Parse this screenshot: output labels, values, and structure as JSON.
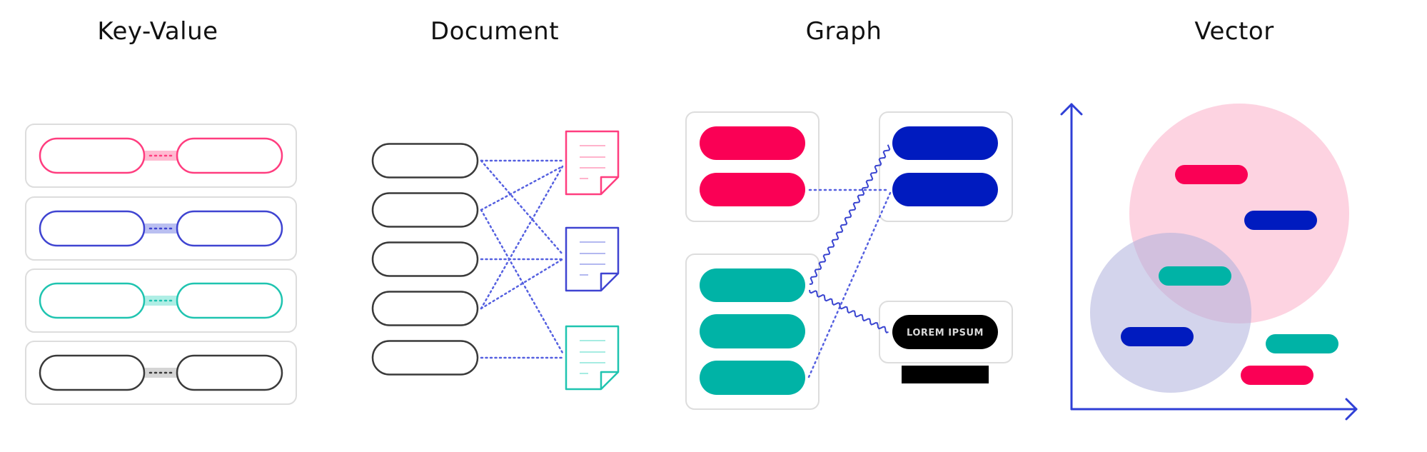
{
  "colors": {
    "pink": "#ff3d7f",
    "pink_fill": "#fa0055",
    "blue": "#3f44d1",
    "blue_fill": "#001bbf",
    "teal": "#1fc4b0",
    "teal_fill": "#00b3a6",
    "dark": "#3a3a3a",
    "black": "#000000",
    "box_border": "#dddddd",
    "dotted_line": "#5560e0",
    "axis": "#2f3fd6",
    "pink_cluster": "#fdd3e1",
    "blue_cluster": "#aeb0dd"
  },
  "sections": [
    {
      "id": "key-value",
      "title": "Key-Value"
    },
    {
      "id": "document",
      "title": "Document"
    },
    {
      "id": "graph",
      "title": "Graph"
    },
    {
      "id": "vector",
      "title": "Vector"
    }
  ],
  "key_value": {
    "rows": [
      {
        "color": "pink"
      },
      {
        "color": "blue"
      },
      {
        "color": "teal"
      },
      {
        "color": "dark"
      }
    ]
  },
  "document": {
    "record_count": 5,
    "documents": [
      {
        "color": "pink"
      },
      {
        "color": "blue"
      },
      {
        "color": "teal"
      }
    ],
    "links": [
      {
        "record": 0,
        "doc": 0
      },
      {
        "record": 0,
        "doc": 1
      },
      {
        "record": 1,
        "doc": 0
      },
      {
        "record": 1,
        "doc": 2
      },
      {
        "record": 2,
        "doc": 1
      },
      {
        "record": 3,
        "doc": 0
      },
      {
        "record": 3,
        "doc": 1
      },
      {
        "record": 4,
        "doc": 2
      }
    ]
  },
  "graph": {
    "nodes": [
      {
        "id": "pink-group",
        "color": "pink_fill",
        "items": 2
      },
      {
        "id": "blue-group",
        "color": "blue_fill",
        "items": 2
      },
      {
        "id": "teal-group",
        "color": "teal_fill",
        "items": 3
      },
      {
        "id": "label-group",
        "color": "black",
        "items": 1,
        "label": "LOREM IPSUM"
      }
    ],
    "edges": [
      {
        "from": "pink-group.1",
        "to": "blue-group.1",
        "style": "dotted"
      },
      {
        "from": "teal-group.2",
        "to": "blue-group.1",
        "style": "dotted"
      },
      {
        "from": "teal-group.0",
        "to": "blue-group.0",
        "style": "wavy"
      },
      {
        "from": "teal-group.0",
        "to": "label-group.0",
        "style": "wavy"
      }
    ]
  },
  "vector": {
    "clusters": [
      {
        "name": "pink-cluster",
        "color": "pink_cluster"
      },
      {
        "name": "blue-cluster",
        "color": "blue_cluster"
      }
    ],
    "items": [
      {
        "name": "vector-item-1",
        "color": "pink_fill",
        "cluster": "pink-cluster"
      },
      {
        "name": "vector-item-2",
        "color": "blue_fill",
        "cluster": "pink-cluster"
      },
      {
        "name": "vector-item-3",
        "color": "teal_fill",
        "cluster": "both"
      },
      {
        "name": "vector-item-4",
        "color": "blue_fill",
        "cluster": "blue-cluster"
      },
      {
        "name": "vector-item-5",
        "color": "teal_fill",
        "cluster": "none"
      },
      {
        "name": "vector-item-6",
        "color": "pink_fill",
        "cluster": "none"
      }
    ]
  }
}
